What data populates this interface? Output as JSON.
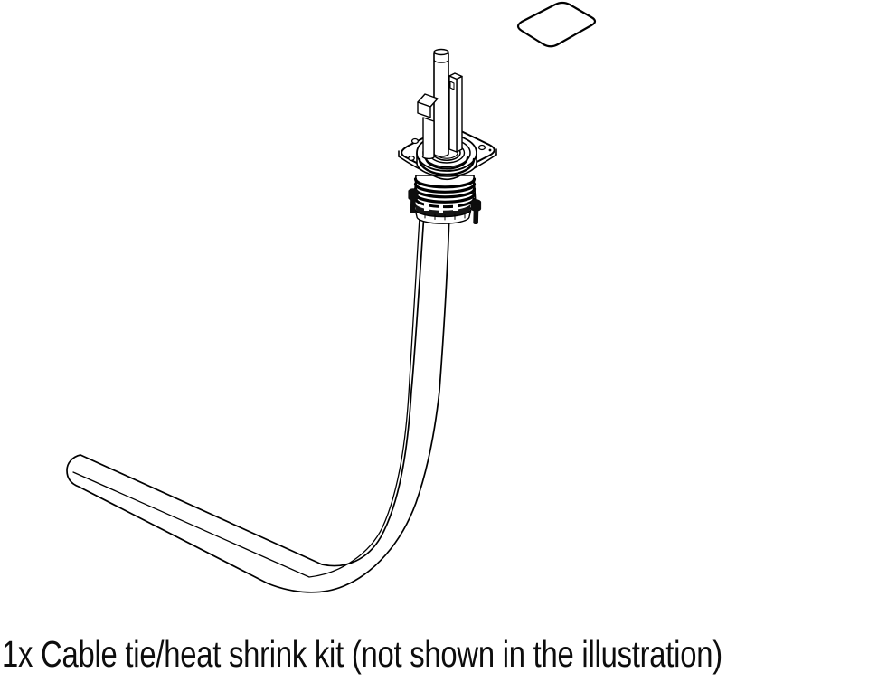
{
  "caption": {
    "text": "1x Cable tie/heat shrink kit (not shown in the illustration)"
  },
  "illustration": {
    "type": "technical-line-drawing",
    "parts": [
      {
        "name": "gasket-pad",
        "count": 1
      },
      {
        "name": "transducer-assembly",
        "count": 1
      },
      {
        "name": "mounting-screw",
        "count": 2
      },
      {
        "name": "transducer-cable",
        "count": 1
      }
    ]
  },
  "colors": {
    "background": "#ffffff",
    "line": "#000000",
    "screw_fill": "#0d0d0d"
  }
}
